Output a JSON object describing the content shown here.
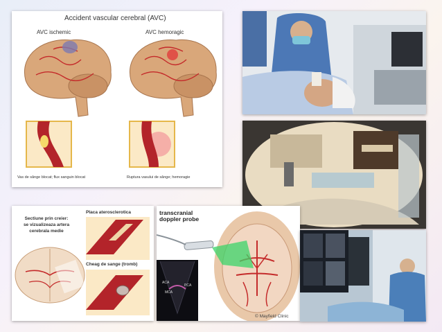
{
  "avc": {
    "title": "Accident vascular cerebral (AVC)",
    "ischemic_label": "AVC ischemic",
    "hemorrhagic_label": "AVC hemoragic",
    "ischemic_caption": "Vas de sânge blocat; flux sanguin blocat",
    "hemorrhagic_caption": "Ruptura vasului de sânge; hemoragie"
  },
  "section": {
    "caption_lines": [
      "Sectiune prin creier:",
      "se vizualizeaza artera",
      "cerebrala medie"
    ],
    "plaque_label": "Placa aterosclerotica",
    "clot_label": "Cheag de sange (tromb)"
  },
  "doppler": {
    "probe_label_lines": [
      "transcranial",
      "doppler probe"
    ],
    "watermark": "© Mayfield Clinic",
    "scan_labels": [
      "ACA",
      "MCA",
      "PCA"
    ]
  },
  "colors": {
    "brain": "#d9a77a",
    "artery": "#c42a2a",
    "frame": "#e5b74a",
    "doppler_green": "#3bd46a"
  }
}
